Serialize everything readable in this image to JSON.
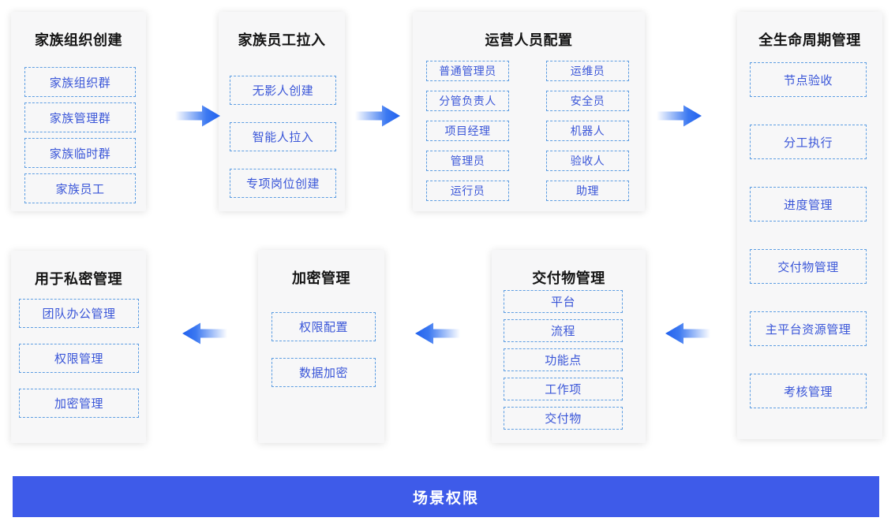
{
  "colors": {
    "banner_background": "#3e5be9",
    "arrow_blue": "#2161ee",
    "node_border": "#5c9de2",
    "node_text": "#3a56d8",
    "title_text": "#141414",
    "panel_background": "#f7f7f8"
  },
  "boxes": {
    "family_org": {
      "title": "家族组织创建",
      "items": [
        "家族组织群",
        "家族管理群",
        "家族临时群",
        "家族员工"
      ]
    },
    "family_staff": {
      "title": "家族员工拉入",
      "items": [
        "无影人创建",
        "智能人拉入",
        "专项岗位创建"
      ]
    },
    "ops_config": {
      "title": "运营人员配置",
      "left": [
        "普通管理员",
        "分管负责人",
        "项目经理",
        "管理员",
        "运行员"
      ],
      "right": [
        "运维员",
        "安全员",
        "机器人",
        "验收人",
        "助理"
      ]
    },
    "lifecycle": {
      "title": "全生命周期管理",
      "items": [
        "节点验收",
        "分工执行",
        "进度管理",
        "交付物管理",
        "主平台资源管理",
        "考核管理"
      ]
    },
    "private": {
      "title": "用于私密管理",
      "items": [
        "团队办公管理",
        "权限管理",
        "加密管理"
      ]
    },
    "encrypt": {
      "title": "加密管理",
      "items": [
        "权限配置",
        "数据加密"
      ]
    },
    "deliverables": {
      "title": "交付物管理",
      "items": [
        "平台",
        "流程",
        "功能点",
        "工作项",
        "交付物"
      ]
    }
  },
  "banner": {
    "label": "场景权限"
  }
}
